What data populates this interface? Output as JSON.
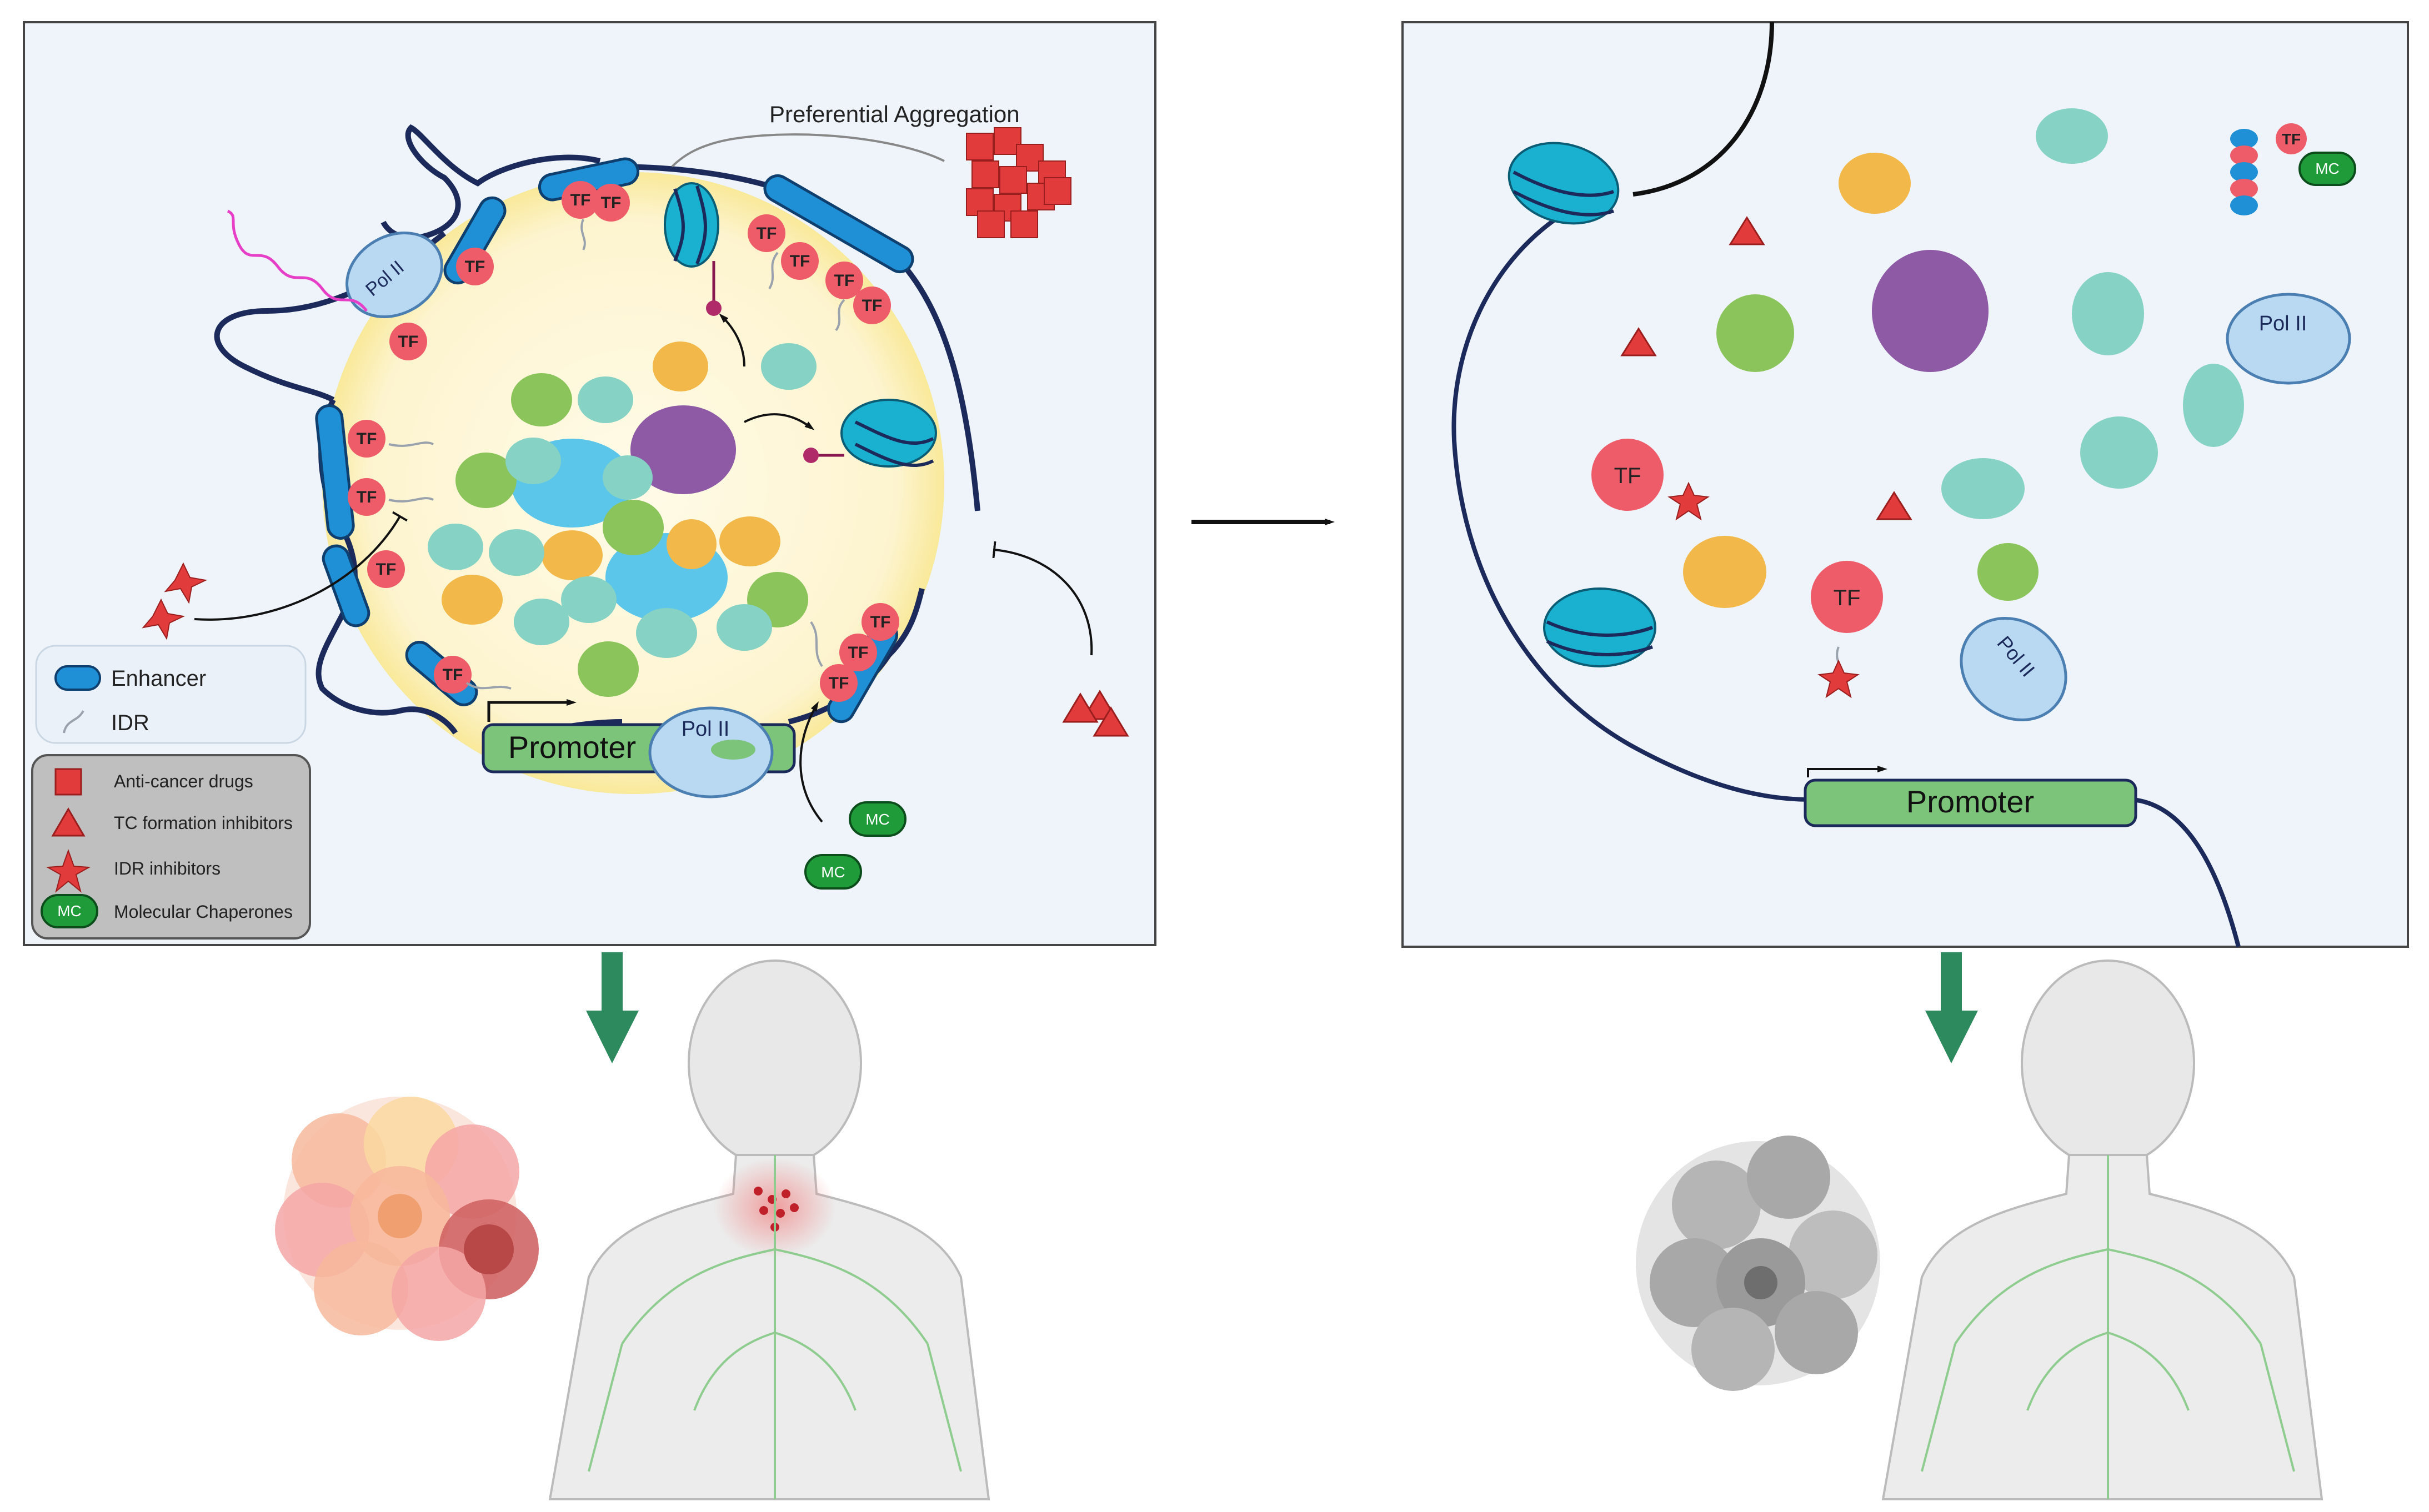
{
  "left_panel": {
    "title_label": "Preferential Aggregation",
    "promoter_label": "Promoter",
    "pol2_label": "Pol II",
    "tf_label": "TF",
    "mc_label": "MC"
  },
  "legend_top": {
    "enhancer_label": "Enhancer",
    "idr_label": "IDR"
  },
  "legend_bottom": {
    "items": [
      {
        "label": "Anti-cancer drugs",
        "icon": "square-icon"
      },
      {
        "label": "TC formation inhibitors",
        "icon": "triangle-icon"
      },
      {
        "label": "IDR inhibitors",
        "icon": "star-icon"
      },
      {
        "label": "Molecular Chaperones",
        "icon": "chaperone-icon"
      }
    ]
  },
  "right_panel": {
    "promoter_label": "Promoter",
    "pol2_label": "Pol II",
    "tf_label": "TF",
    "mc_label": "MC"
  },
  "colors": {
    "panel_bg": "#eef4f9",
    "dna_line": "#1b2a5a",
    "enhancer": "#1f8fd6",
    "tf": "#ee5c6a",
    "drug_red": "#e13b3b",
    "promoter": "#7cc47a",
    "pol2": "#b9d8f2",
    "nucleosome": "#1ab0d0",
    "condensate": "#fdf6d8",
    "arrow_green": "#2d8a5e",
    "chaperone": "#1f9b3a"
  }
}
